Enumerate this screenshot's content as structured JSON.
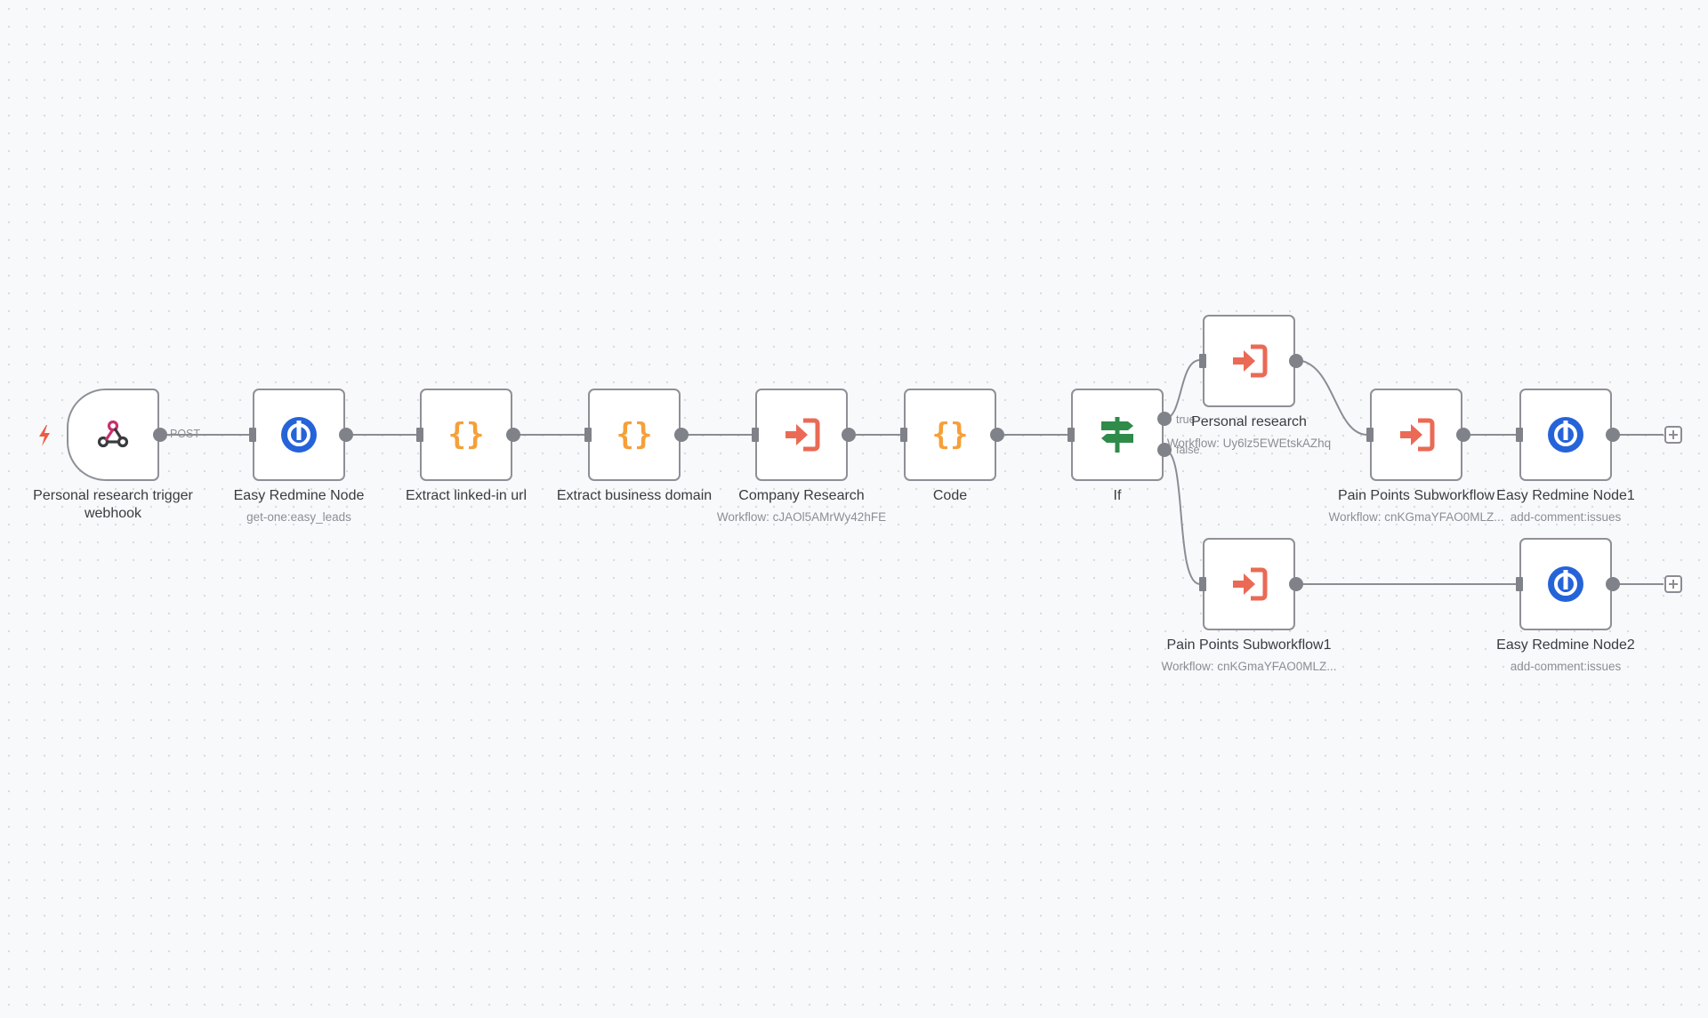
{
  "nodes": {
    "webhook": {
      "label": "Personal research trigger webhook",
      "icon": "webhook-icon"
    },
    "redmine": {
      "label": "Easy Redmine Node",
      "sub": "get-one:easy_leads",
      "icon": "easy-redmine-icon"
    },
    "extract_linkedin": {
      "label": "Extract linked-in url",
      "icon": "code-braces-icon"
    },
    "extract_domain": {
      "label": "Extract business domain",
      "icon": "code-braces-icon"
    },
    "company_research": {
      "label": "Company Research",
      "sub": "Workflow: cJAOl5AMrWy42hFE",
      "icon": "execute-workflow-icon"
    },
    "code": {
      "label": "Code",
      "icon": "code-braces-icon"
    },
    "if": {
      "label": "If",
      "icon": "signpost-icon"
    },
    "personal_research": {
      "label": "Personal research",
      "sub": "Workflow: Uy6lz5EWEtskAZhq",
      "icon": "execute-workflow-icon"
    },
    "pain_points": {
      "label": "Pain Points Subworkflow",
      "sub": "Workflow: cnKGmaYFAO0MLZ...",
      "icon": "execute-workflow-icon"
    },
    "redmine1": {
      "label": "Easy Redmine Node1",
      "sub": "add-comment:issues",
      "icon": "easy-redmine-icon"
    },
    "pain_points1": {
      "label": "Pain Points Subworkflow1",
      "sub": "Workflow: cnKGmaYFAO0MLZ...",
      "icon": "execute-workflow-icon"
    },
    "redmine2": {
      "label": "Easy Redmine Node2",
      "sub": "add-comment:issues",
      "icon": "easy-redmine-icon"
    }
  },
  "edge_labels": {
    "post": "POST",
    "true": "true",
    "false": "false"
  },
  "colors": {
    "redmine_blue": "#2563d9",
    "code_orange": "#f5a03a",
    "workflow_red": "#ea6a55",
    "if_green": "#2e8b4a",
    "trigger_red": "#ee5a44"
  }
}
